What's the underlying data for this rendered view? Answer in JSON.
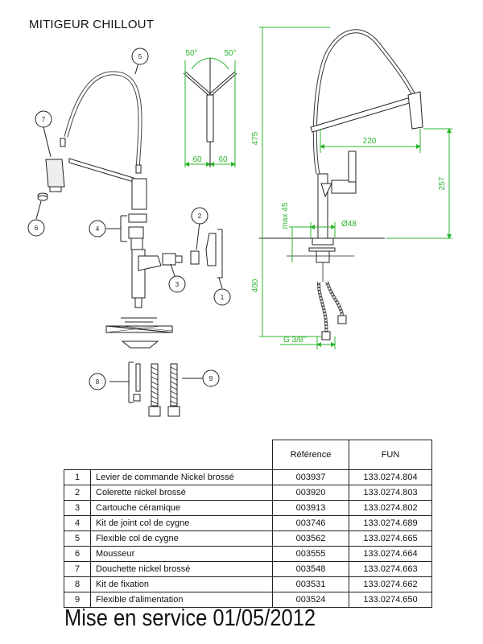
{
  "title": "MITIGEUR CHILLOUT",
  "callouts": [
    "1",
    "2",
    "3",
    "4",
    "5",
    "6",
    "7",
    "8",
    "9"
  ],
  "dimensions": {
    "angle_left": "50°",
    "angle_right": "50°",
    "width_left": "60",
    "width_right": "60",
    "total_height": "475",
    "reach": "220",
    "spout_height": "257",
    "max_deck": "max 45",
    "diameter": "Ø48",
    "hose_length": "400",
    "thread": "G 3/8\""
  },
  "colors": {
    "dimension_green": "#2bb52b",
    "line": "#222222",
    "light_line": "#555555"
  },
  "table": {
    "headers": {
      "reference": "Référence",
      "fun": "FUN"
    },
    "rows": [
      {
        "num": "1",
        "desc": "Levier de commande Nickel brossé",
        "ref": "003937",
        "fun": "133.0274.804"
      },
      {
        "num": "2",
        "desc": "Colerette nickel brossé",
        "ref": "003920",
        "fun": "133.0274.803"
      },
      {
        "num": "3",
        "desc": "Cartouche céramique",
        "ref": "003913",
        "fun": "133.0274.802"
      },
      {
        "num": "4",
        "desc": "Kit de joint col de cygne",
        "ref": "003746",
        "fun": "133.0274.689"
      },
      {
        "num": "5",
        "desc": "Flexible col de cygne",
        "ref": "003562",
        "fun": "133.0274.665"
      },
      {
        "num": "6",
        "desc": "Mousseur",
        "ref": "003555",
        "fun": "133.0274.664"
      },
      {
        "num": "7",
        "desc": "Douchette nickel brossé",
        "ref": "003548",
        "fun": "133.0274.663"
      },
      {
        "num": "8",
        "desc": "Kit de fixation",
        "ref": "003531",
        "fun": "133.0274.662"
      },
      {
        "num": "9",
        "desc": "Flexible d'alimentation",
        "ref": "003524",
        "fun": "133.0274.650"
      }
    ]
  },
  "footer": "Mise en service 01/05/2012"
}
